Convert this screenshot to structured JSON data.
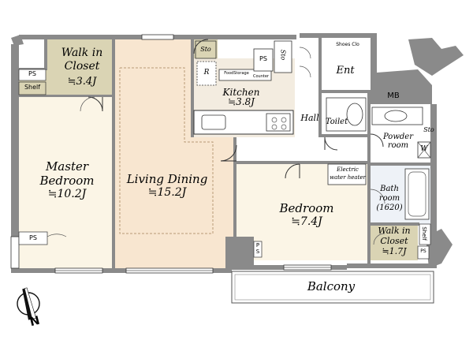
{
  "plan": {
    "rooms": {
      "walk_in_closet_1": {
        "name": "Walk in\nCloset",
        "area": "≒3.4J"
      },
      "master_bedroom": {
        "name": "Master\nBedroom",
        "area": "≒10.2J"
      },
      "living_dining": {
        "name": "Living Dining",
        "area": "≒15.2J"
      },
      "kitchen": {
        "name": "Kitchen",
        "area": "≒3.8J"
      },
      "bedroom": {
        "name": "Bedroom",
        "area": "≒7.4J"
      },
      "walk_in_closet_2": {
        "name": "Walk in\nCloset",
        "area": "≒1.7J"
      },
      "bath": {
        "name": "Bath\nroom\n(1620)"
      },
      "balcony": {
        "name": "Balcony"
      }
    },
    "labels": {
      "ent": "Ent",
      "hall": "Hall",
      "toilet": "Toilet",
      "powder_room": "Powder\nroom",
      "mb": "MB",
      "shoes_clo": "Shoes Clo",
      "food_storage": "FoodStorage",
      "counter": "Counter",
      "electric_water_heater": "Electric\nwater heater",
      "ps": "PS",
      "shelf": "Shelf",
      "sto": "Sto",
      "r": "R",
      "w": "W",
      "p": "P",
      "s": "S"
    },
    "compass": {
      "letter": "N"
    }
  },
  "colors": {
    "wall": "#8a8a8a",
    "closet": "#dad4b4",
    "living": "#f8e6d0",
    "bedroom": "#fbf5e6",
    "wet": "#eef2f7",
    "white": "#ffffff"
  }
}
